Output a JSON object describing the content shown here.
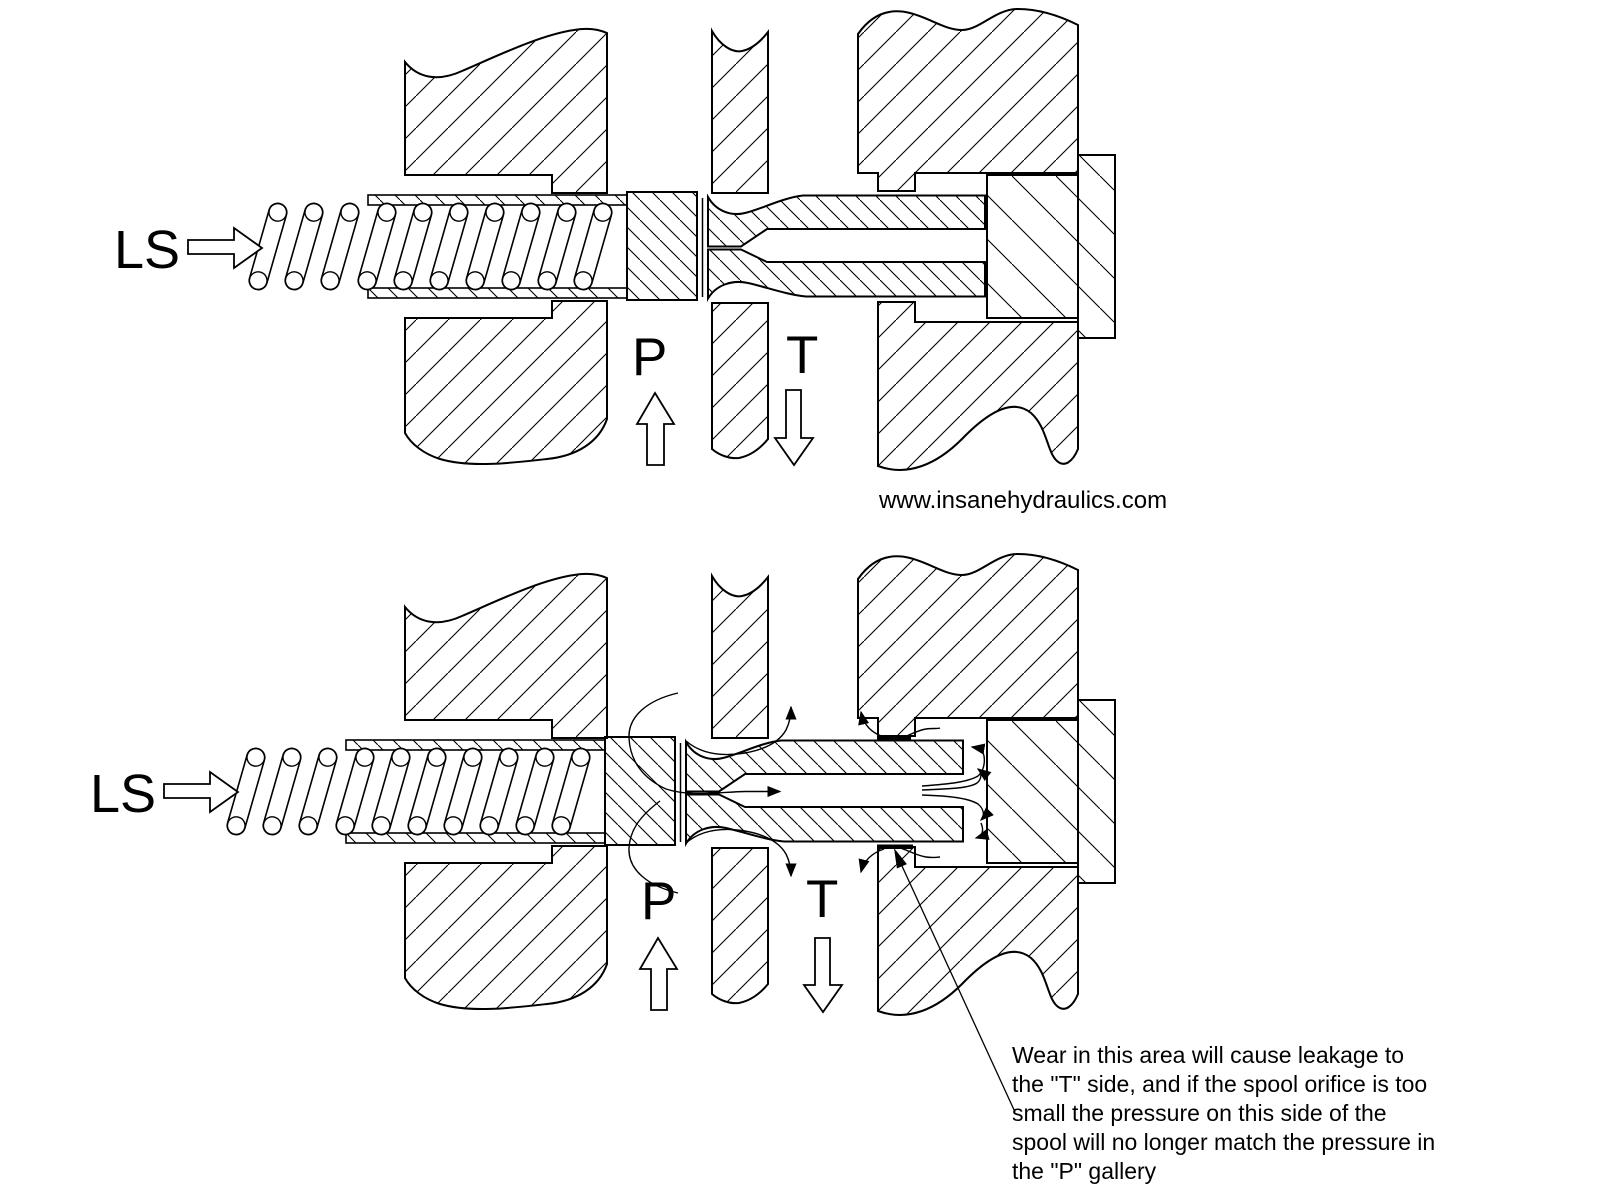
{
  "page": {
    "background_color": "#ffffff",
    "line_color": "#000000"
  },
  "watermark": {
    "url": "www.insanehydraulics.com"
  },
  "labels": {
    "load_sense": "LS",
    "pressure": "P",
    "tank": "T"
  },
  "annotation": {
    "lines": [
      "Wear in this area will cause leakage to",
      "the \"T\" side, and if the spool orifice is too",
      "small the pressure on this side of the",
      "spool will no longer match the pressure in",
      "the \"P\" gallery"
    ]
  },
  "icons": {
    "ls_arrow": "hollow-arrow-right",
    "p_arrow": "hollow-arrow-up",
    "t_arrow": "hollow-arrow-down",
    "leak_arrow": "filled-arrowhead",
    "leader_arrow": "filled-arrowhead"
  }
}
